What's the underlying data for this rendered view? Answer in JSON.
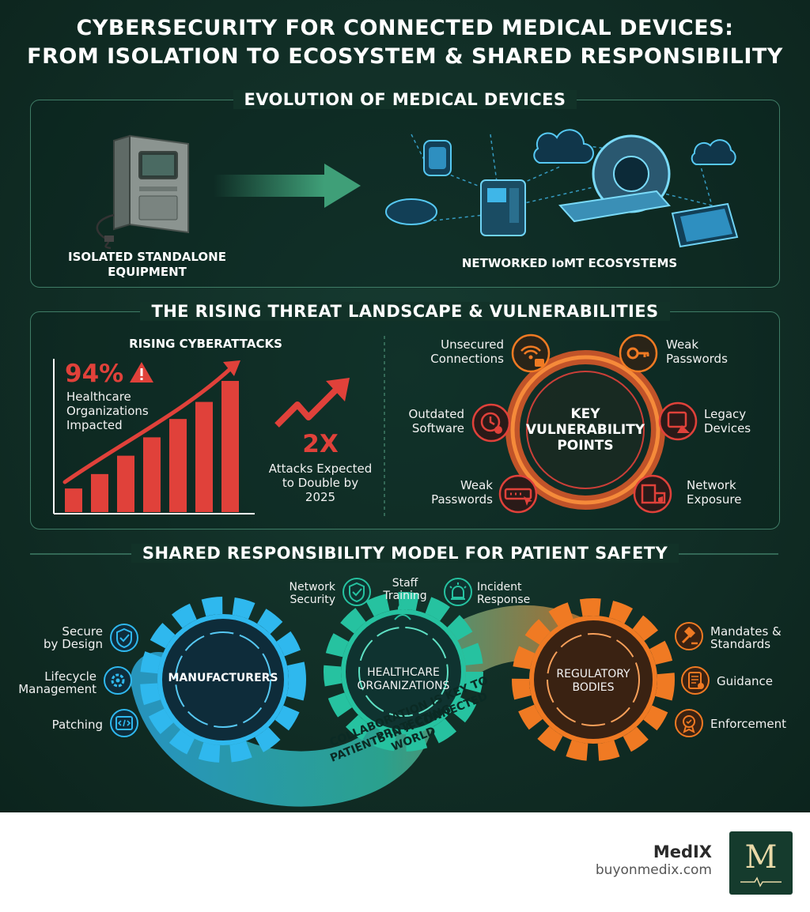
{
  "title": {
    "line1": "CYBERSECURITY FOR CONNECTED MEDICAL DEVICES:",
    "line2": "FROM ISOLATION TO ECOSYSTEM & SHARED RESPONSIBILITY"
  },
  "evolution": {
    "heading": "EVOLUTION OF MEDICAL DEVICES",
    "isolated_line1": "ISOLATED STANDALONE",
    "isolated_line2": "EQUIPMENT",
    "networked": "NETWORKED IoMT ECOSYSTEMS"
  },
  "threat": {
    "heading": "THE RISING THREAT LANDSCAPE & VULNERABILITIES",
    "attacks_heading": "RISING CYBERATTACKS",
    "stat_value": "94%",
    "stat_line1": "Healthcare",
    "stat_line2": "Organizations",
    "stat_line3": "Impacted",
    "double_value": "2X",
    "double_line1": "Attacks Expected",
    "double_line2": "to Double by",
    "double_line3": "2025",
    "bar_levels": [
      0.18,
      0.29,
      0.43,
      0.57,
      0.71,
      0.84,
      1.0
    ],
    "center_line1": "KEY",
    "center_line2": "VULNERABILITY",
    "center_line3": "POINTS",
    "points": {
      "unsecured_line1": "Unsecured",
      "unsecured_line2": "Connections",
      "weak_top_line1": "Weak",
      "weak_top_line2": "Passwords",
      "outdated_line1": "Outdated",
      "outdated_line2": "Software",
      "legacy_line1": "Legacy",
      "legacy_line2": "Devices",
      "weak_bottom_line1": "Weak",
      "weak_bottom_line2": "Passwords",
      "network_line1": "Network",
      "network_line2": "Exposure"
    }
  },
  "shared": {
    "heading": "SHARED RESPONSIBILITY MODEL FOR PATIENT SAFETY",
    "manufacturers": "MANUFACTURERS",
    "healthcare_line1": "HEALTHCARE",
    "healthcare_line2": "ORGANIZATIONS",
    "regulatory_line1": "REGULATORY",
    "regulatory_line2": "BODIES",
    "left_items": {
      "secure_line1": "Secure",
      "secure_line2": "by Design",
      "lifecycle_line1": "Lifecycle",
      "lifecycle_line2": "Management",
      "patching": "Patching"
    },
    "top_items": {
      "network_line1": "Network",
      "network_line2": "Security",
      "staff_line1": "Staff",
      "staff_line2": "Training",
      "incident_line1": "Incident",
      "incident_line2": "Response"
    },
    "right_items": {
      "mandates_line1": "Mandates &",
      "mandates_line2": "Standards",
      "guidance": "Guidance",
      "enforcement": "Enforcement"
    },
    "ribbon_line1": "COLLABORATION IS KEY TO PROTECTING",
    "ribbon_line2": "PATIENTS IN A CONNECTED WORLD"
  },
  "footer": {
    "brand": "MedIX",
    "url": "buyonmedix.com",
    "logo_letter": "M"
  },
  "colors": {
    "cyan": "#2fb8ee",
    "teal": "#26c2a0",
    "orange": "#f07a23",
    "red": "#e0413a",
    "accent_green": "#3f9f78"
  }
}
